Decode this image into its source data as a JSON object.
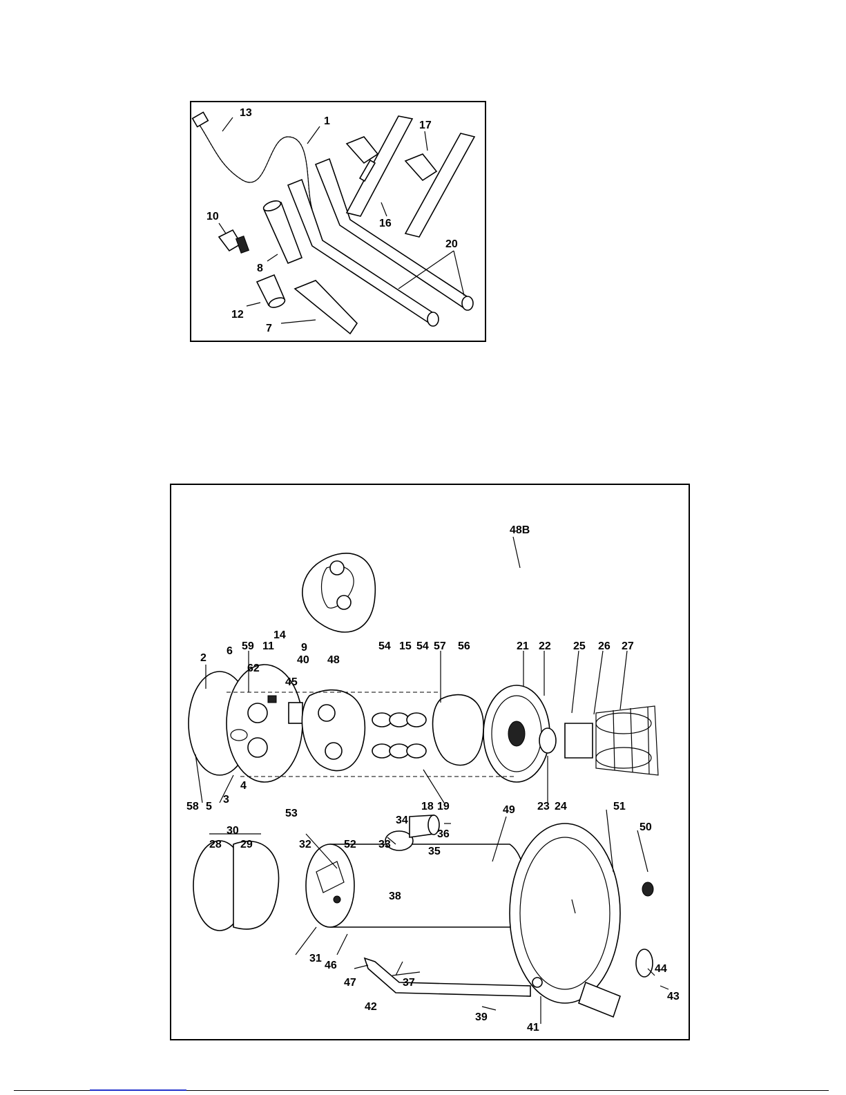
{
  "accessories": {
    "labels": [
      {
        "id": "13",
        "text": "13"
      },
      {
        "id": "1",
        "text": "1"
      },
      {
        "id": "17",
        "text": "17"
      },
      {
        "id": "10",
        "text": "10"
      },
      {
        "id": "16",
        "text": "16"
      },
      {
        "id": "20",
        "text": "20"
      },
      {
        "id": "8",
        "text": "8"
      },
      {
        "id": "12",
        "text": "12"
      },
      {
        "id": "7",
        "text": "7"
      }
    ]
  },
  "assembly": {
    "labels": [
      {
        "id": "48B",
        "text": "48B"
      },
      {
        "id": "2",
        "text": "2"
      },
      {
        "id": "6",
        "text": "6"
      },
      {
        "id": "59",
        "text": "59"
      },
      {
        "id": "11",
        "text": "11"
      },
      {
        "id": "14",
        "text": "14"
      },
      {
        "id": "62",
        "text": "62"
      },
      {
        "id": "9",
        "text": "9"
      },
      {
        "id": "40",
        "text": "40"
      },
      {
        "id": "48",
        "text": "48"
      },
      {
        "id": "45",
        "text": "45"
      },
      {
        "id": "54a",
        "text": "54"
      },
      {
        "id": "15",
        "text": "15"
      },
      {
        "id": "54b",
        "text": "54"
      },
      {
        "id": "57",
        "text": "57"
      },
      {
        "id": "56",
        "text": "56"
      },
      {
        "id": "21",
        "text": "21"
      },
      {
        "id": "22",
        "text": "22"
      },
      {
        "id": "25",
        "text": "25"
      },
      {
        "id": "26",
        "text": "26"
      },
      {
        "id": "27",
        "text": "27"
      },
      {
        "id": "58",
        "text": "58"
      },
      {
        "id": "5",
        "text": "5"
      },
      {
        "id": "3",
        "text": "3"
      },
      {
        "id": "4",
        "text": "4"
      },
      {
        "id": "18",
        "text": "18"
      },
      {
        "id": "19",
        "text": "19"
      },
      {
        "id": "23",
        "text": "23"
      },
      {
        "id": "24",
        "text": "24"
      },
      {
        "id": "53",
        "text": "53"
      },
      {
        "id": "30",
        "text": "30"
      },
      {
        "id": "28",
        "text": "28"
      },
      {
        "id": "29",
        "text": "29"
      },
      {
        "id": "32",
        "text": "32"
      },
      {
        "id": "52",
        "text": "52"
      },
      {
        "id": "33",
        "text": "33"
      },
      {
        "id": "34",
        "text": "34"
      },
      {
        "id": "36",
        "text": "36"
      },
      {
        "id": "35",
        "text": "35"
      },
      {
        "id": "51",
        "text": "51"
      },
      {
        "id": "50",
        "text": "50"
      },
      {
        "id": "49",
        "text": "49"
      },
      {
        "id": "38",
        "text": "38"
      },
      {
        "id": "31",
        "text": "31"
      },
      {
        "id": "46",
        "text": "46"
      },
      {
        "id": "47",
        "text": "47"
      },
      {
        "id": "37",
        "text": "37"
      },
      {
        "id": "39",
        "text": "39"
      },
      {
        "id": "42",
        "text": "42"
      },
      {
        "id": "41",
        "text": "41"
      },
      {
        "id": "44",
        "text": "44"
      },
      {
        "id": "43",
        "text": "43"
      }
    ]
  }
}
